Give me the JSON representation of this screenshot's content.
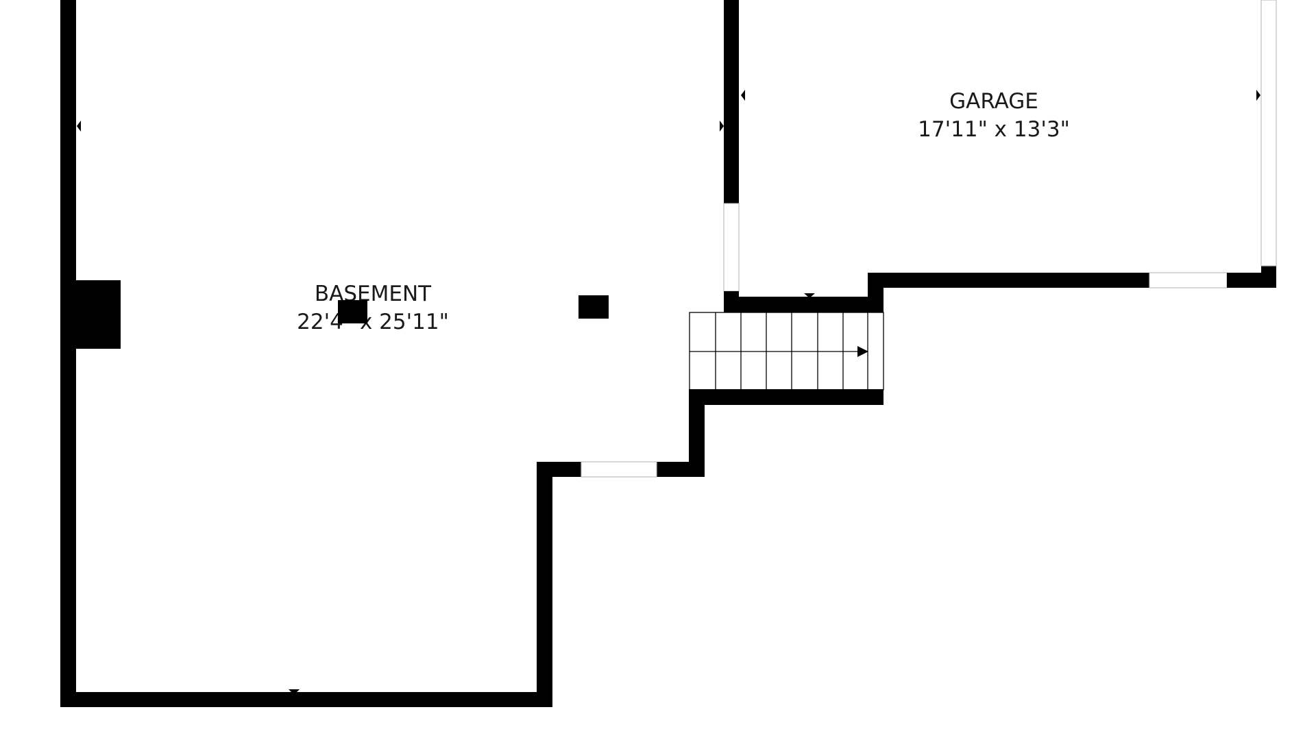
{
  "rooms": {
    "basement": {
      "name": "BASEMENT",
      "dimensions": "22'4\" x 25'11\""
    },
    "garage": {
      "name": "GARAGE",
      "dimensions": "17'11\" x 13'3\""
    }
  },
  "colors": {
    "wall": "#000000",
    "background": "#ffffff",
    "label": "#1a1a1a"
  }
}
